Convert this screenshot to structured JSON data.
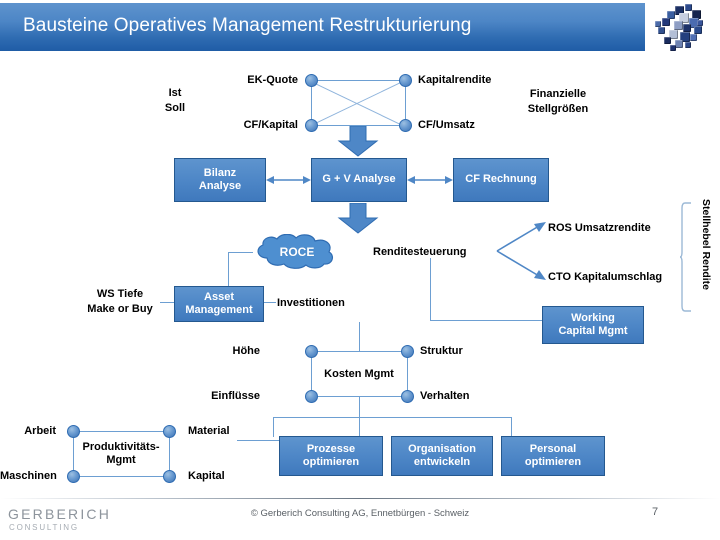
{
  "header": {
    "title": "Bausteine Operatives Management Restrukturierung",
    "logo_icon": "cube-cluster-logo"
  },
  "diagram": {
    "left_labels": {
      "ist": "Ist",
      "soll": "Soll"
    },
    "finance_block": {
      "top_left": "EK-Quote",
      "top_right": "Kapitalrendite",
      "bottom_left": "CF/Kapital",
      "bottom_right": "CF/Umsatz",
      "side_label_line1": "Finanzielle",
      "side_label_line2": "Stellgrößen"
    },
    "analysis_row": {
      "left": "Bilanz\nAnalyse",
      "left_line1": "Bilanz",
      "left_line2": "Analyse",
      "center": "G + V Analyse",
      "right": "CF Rechnung"
    },
    "roce": {
      "cloud_label": "ROCE",
      "steering_label": "Renditesteuerung",
      "branch_top": "ROS Umsatzrendite",
      "branch_bottom": "CTO Kapitalumschlag",
      "bracket_label": "Stellhebel Rendite"
    },
    "asset_row": {
      "left_line1": "WS Tiefe",
      "left_line2": "Make or Buy",
      "box_line1": "Asset",
      "box_line2": "Management",
      "right_label": "Investitionen",
      "working_capital_line1": "Working",
      "working_capital_line2": "Capital Mgmt"
    },
    "cost_block": {
      "center": "Kosten Mgmt",
      "top_left": "Höhe",
      "top_right": "Struktur",
      "bottom_left": "Einflüsse",
      "bottom_right": "Verhalten"
    },
    "productivity_block": {
      "center_line1": "Produktivitäts-",
      "center_line2": "Mgmt",
      "top_left": "Arbeit",
      "top_right": "Material",
      "bottom_left": "Maschinen",
      "bottom_right": "Kapital"
    },
    "action_boxes": [
      {
        "line1": "Prozesse",
        "line2": "optimieren"
      },
      {
        "line1": "Organisation",
        "line2": "entwickeln"
      },
      {
        "line1": "Personal",
        "line2": "optimieren"
      }
    ]
  },
  "footer": {
    "logo_primary": "GERBERICH",
    "logo_secondary": "CONSULTING",
    "copyright": "© Gerberich Consulting AG,  Ennetbürgen - Schweiz",
    "page_number": "7"
  },
  "colors": {
    "header_blue_light": "#5e93cd",
    "header_blue_dark": "#1f5ca6",
    "box_fill": "#4e87c7",
    "box_border": "#24588f",
    "connector": "#6d9fd2",
    "node_blue": "#6a9bd1",
    "text_dark": "#000000"
  }
}
